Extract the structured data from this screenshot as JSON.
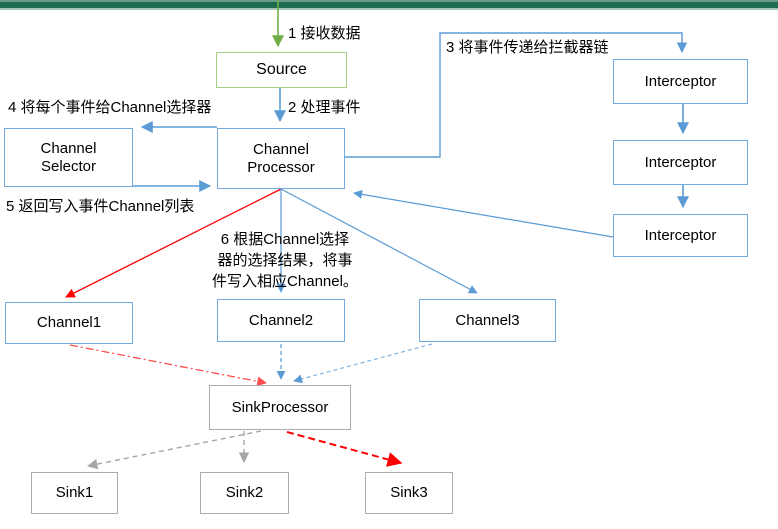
{
  "diagram": {
    "type": "flume-agent-event-flow",
    "nodes": {
      "source": {
        "label": "Source",
        "border_color": "#a5ce87"
      },
      "channel_selector": {
        "label": "Channel\nSelector",
        "border_color": "#74abde"
      },
      "channel_processor": {
        "label": "Channel\nProcessor",
        "border_color": "#74abde"
      },
      "interceptor1": {
        "label": "Interceptor",
        "border_color": "#74abde"
      },
      "interceptor2": {
        "label": "Interceptor",
        "border_color": "#74abde"
      },
      "interceptor3": {
        "label": "Interceptor",
        "border_color": "#74abde"
      },
      "channel1": {
        "label": "Channel1",
        "border_color": "#74abde"
      },
      "channel2": {
        "label": "Channel2",
        "border_color": "#74abde"
      },
      "channel3": {
        "label": "Channel3",
        "border_color": "#74abde"
      },
      "sink_processor": {
        "label": "SinkProcessor",
        "border_color": "#ababab"
      },
      "sink1": {
        "label": "Sink1",
        "border_color": "#ababab"
      },
      "sink2": {
        "label": "Sink2",
        "border_color": "#ababab"
      },
      "sink3": {
        "label": "Sink3",
        "border_color": "#ababab"
      }
    },
    "annotations": {
      "step1": "1 接收数据",
      "step2": "2 处理事件",
      "step3": "3 将事件传递给拦截器链",
      "step4": "4 将每个事件给Channel选择器",
      "step5": "5 返回写入事件Channel列表",
      "step6": "6 根据Channel选择\n器的选择结果，将事\n件写入相应Channel。"
    },
    "edges": [
      {
        "from": "external",
        "to": "source",
        "style": "solid",
        "color": "green"
      },
      {
        "from": "source",
        "to": "channel_processor",
        "style": "solid",
        "color": "blue"
      },
      {
        "from": "channel_processor",
        "to": "interceptor1",
        "style": "solid-elbow",
        "color": "blue"
      },
      {
        "from": "interceptor1",
        "to": "interceptor2",
        "style": "solid",
        "color": "blue"
      },
      {
        "from": "interceptor2",
        "to": "interceptor3",
        "style": "solid",
        "color": "blue"
      },
      {
        "from": "interceptor3",
        "to": "channel_processor",
        "style": "solid",
        "color": "blue"
      },
      {
        "from": "channel_processor",
        "to": "channel_selector",
        "style": "solid",
        "color": "blue"
      },
      {
        "from": "channel_selector",
        "to": "channel_processor",
        "style": "solid",
        "color": "blue"
      },
      {
        "from": "channel_processor",
        "to": "channel1",
        "style": "solid",
        "color": "red"
      },
      {
        "from": "channel_processor",
        "to": "channel2",
        "style": "solid",
        "color": "blue"
      },
      {
        "from": "channel_processor",
        "to": "channel3",
        "style": "solid",
        "color": "blue"
      },
      {
        "from": "channel1",
        "to": "sink_processor",
        "style": "dash-dot",
        "color": "red"
      },
      {
        "from": "channel2",
        "to": "sink_processor",
        "style": "dashed",
        "color": "blue"
      },
      {
        "from": "channel3",
        "to": "sink_processor",
        "style": "dashed",
        "color": "blue"
      },
      {
        "from": "sink_processor",
        "to": "sink1",
        "style": "dashed",
        "color": "gray"
      },
      {
        "from": "sink_processor",
        "to": "sink2",
        "style": "dashed",
        "color": "gray"
      },
      {
        "from": "sink_processor",
        "to": "sink3",
        "style": "dashed",
        "color": "red"
      }
    ],
    "colors": {
      "top_bar": "#1e6b53",
      "line_blue": "#5b9bd5",
      "line_green": "#70ad47",
      "line_red": "#ff0000",
      "line_red_light": "#ff5050",
      "line_gray": "#a6a6a6"
    }
  }
}
